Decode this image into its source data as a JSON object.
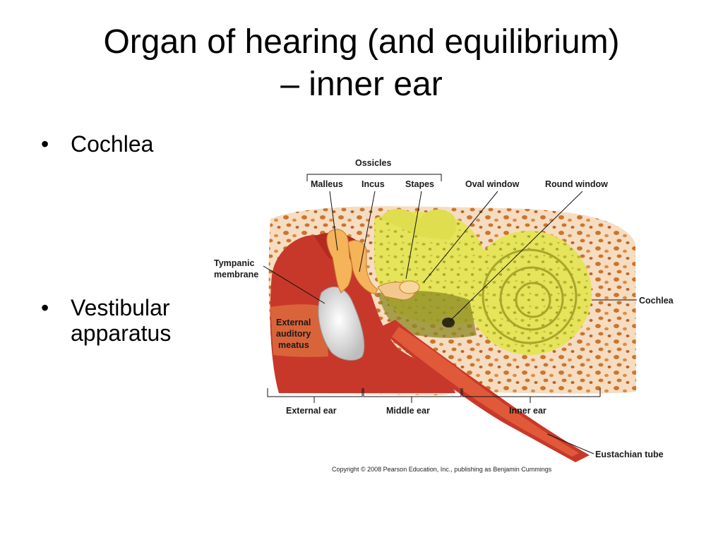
{
  "slide": {
    "title_line1": "Organ of hearing (and equilibrium)",
    "title_line2": "– inner ear",
    "bullets": [
      "Cochlea",
      "Vestibular",
      "apparatus"
    ]
  },
  "diagram": {
    "labels": {
      "ossicles": "Ossicles",
      "malleus": "Malleus",
      "incus": "Incus",
      "stapes": "Stapes",
      "oval_window": "Oval window",
      "round_window": "Round window",
      "tympanic_1": "Tympanic",
      "tympanic_2": "membrane",
      "cochlea": "Cochlea",
      "external_auditory_1": "External",
      "external_auditory_2": "auditory",
      "external_auditory_3": "meatus",
      "external_ear": "External ear",
      "middle_ear": "Middle ear",
      "inner_ear": "Inner ear",
      "eustachian_tube": "Eustachian tube"
    },
    "copyright": "Copyright © 2008 Pearson Education, Inc., publishing as Benjamin Cummings",
    "colors": {
      "bone": "#f6dcc0",
      "bone_pore": "#c9762e",
      "tissue_red": "#c8382a",
      "canal": "#e06b3c",
      "cochlea_yellow": "#e5e45a",
      "tympanic": "#e8e8e8",
      "ossicle": "#f5b35a"
    }
  }
}
